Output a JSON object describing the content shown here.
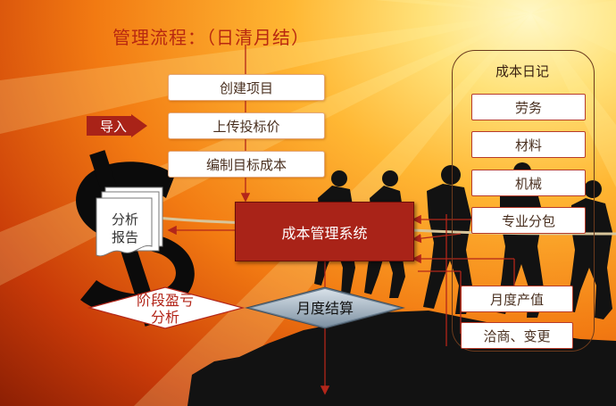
{
  "title": "管理流程：（日清月结）",
  "flow_boxes": [
    "创建项目",
    "上传投标价",
    "编制目标成本"
  ],
  "import_label": "导入",
  "system_label": "成本管理系统",
  "report_label_1": "分析",
  "report_label_2": "报告",
  "diary": {
    "title": "成本日记",
    "items": [
      "劳务",
      "材料",
      "机械",
      "专业分包"
    ]
  },
  "monthly_output": "月度产值",
  "negotiation": "洽商、变更",
  "stage_analysis_1": "阶段盈亏",
  "stage_analysis_2": "分析",
  "monthly_settlement": "月度结算",
  "colors": {
    "accent_red": "#a92318",
    "box_border": "#e3a77a",
    "silhouette": "#111111"
  }
}
